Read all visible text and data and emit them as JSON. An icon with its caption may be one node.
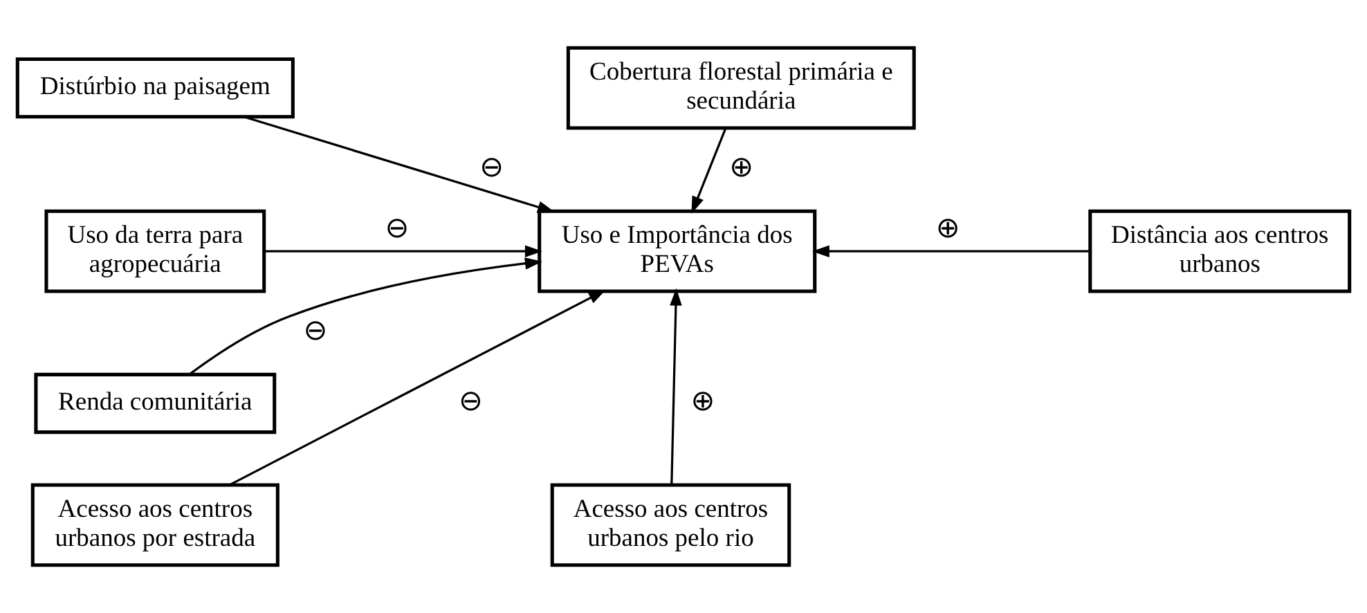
{
  "diagram": {
    "nodes": [
      {
        "text": [
          "Distúrbio na paisagem"
        ]
      },
      {
        "text": [
          "Cobertura florestal primária e secundária"
        ]
      },
      {
        "text": [
          "Uso da terra para agropecuária"
        ]
      },
      {
        "text": [
          "Uso e Importância dos PEVAs"
        ]
      },
      {
        "text": [
          "Distância aos centros urbanos"
        ]
      },
      {
        "text": [
          "Renda comunitária"
        ]
      },
      {
        "text": [
          "Acesso aos centros urbanos por estrada"
        ]
      },
      {
        "text": [
          "Acesso aos centros urbanos pelo rio"
        ]
      }
    ],
    "edges": [
      {
        "from": 0,
        "to": 3,
        "arrow": "to",
        "label": "⊖"
      },
      {
        "from": 1,
        "to": 3,
        "arrow": "to",
        "label": "⊕"
      },
      {
        "from": 2,
        "to": 3,
        "arrow": "to",
        "label": "⊖"
      },
      {
        "from": 4,
        "to": 3,
        "arrow": "to",
        "label": "⊕"
      },
      {
        "from": 5,
        "to": 3,
        "arrow": "to",
        "label": "⊖"
      },
      {
        "from": 6,
        "to": 3,
        "arrow": "to",
        "label": "⊖"
      },
      {
        "from": 7,
        "to": 3,
        "arrow": "to",
        "label": "⊕"
      }
    ]
  }
}
